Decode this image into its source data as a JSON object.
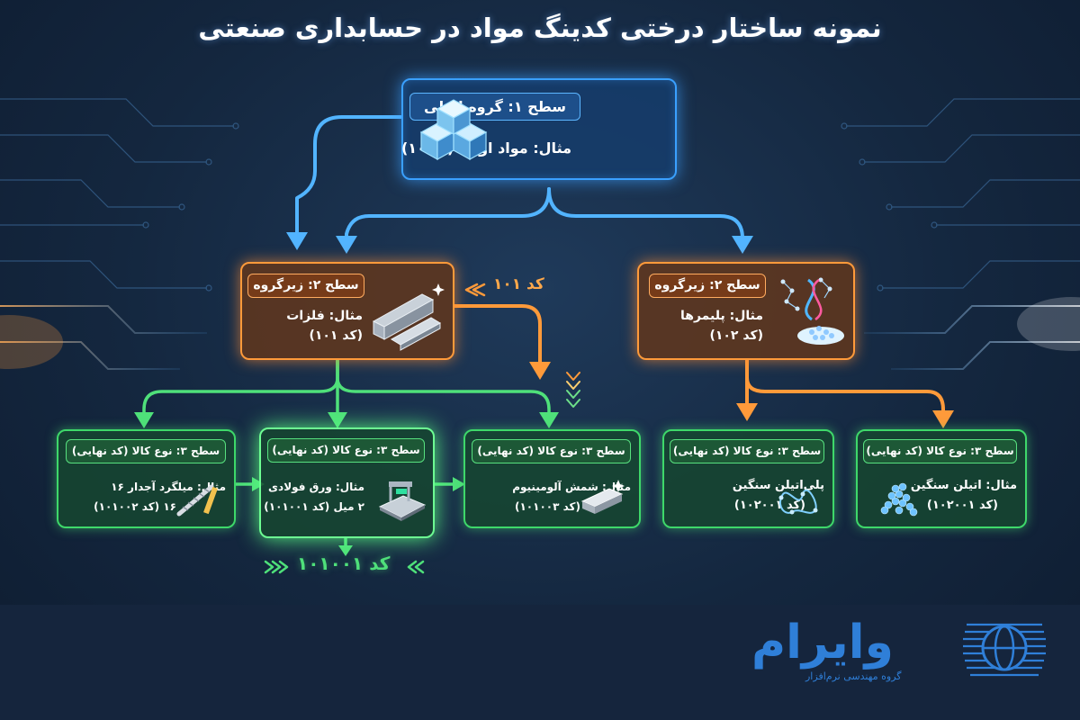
{
  "title": "نمونه ساختار درختی کدینگ مواد در حسابداری صنعتی",
  "level1": {
    "label": "سطح ۱: گروه اصلی",
    "example": "مثال: مواد اولیه (کد ۱۰)",
    "icon": "cubes-icon"
  },
  "level2_metals": {
    "label": "سطح ۲: زیرگروه",
    "example_line1": "مثال: فلزات",
    "example_line2": "(کد ۱۰۱)",
    "icon": "steel-beams-icon"
  },
  "level2_polymers": {
    "label": "سطح ۲: زیرگروه",
    "example_line1": "مثال: پلیمرها",
    "example_line2": "(کد ۱۰۲)",
    "icon": "polymer-molecule-icon"
  },
  "code_tag_101": "کد ۱۰۱",
  "code_tag_10100": "کد ۱۰۱۰۰۱",
  "level3": [
    {
      "label": "سطح ۳: نوع کالا (کد نهایی)",
      "example_line1": "مثال: میلگرد آجدار ۱۶",
      "example_line2": "۱۶ (کد ۱۰۱۰۰۲)",
      "icon": "rebar-icon"
    },
    {
      "label": "سطح ۳: نوع کالا (کد نهایی)",
      "example_line1": "مثال: ورق فولادی",
      "example_line2": "۲ میل (کد ۱۰۱۰۰۱)",
      "icon": "steel-sheet-icon"
    },
    {
      "label": "سطح ۳: نوع کالا (کد نهایی)",
      "example_line1": "مثال: شمش آلومینیوم",
      "example_line2": "(کد ۱۰۱۰۰۳)",
      "icon": "aluminum-ingot-icon"
    },
    {
      "label": "سطح ۳: نوع کالا (کد نهایی)",
      "example_line1": "پلی‌اتیلن سنگین",
      "example_line2": "(کد ۱۰۲۰۰۱)",
      "icon": "polyethylene-icon"
    },
    {
      "label": "سطح ۳: نوع کالا (کد نهایی)",
      "example_line1": "مثال: اتیلن سنگین",
      "example_line2": "(کد ۱۰۲۰۰۱)",
      "icon": "pellets-icon"
    }
  ],
  "brand": {
    "name": "وایرام",
    "subtitle": "گروه مهندسی نرم‌افزار",
    "icon": "globe-logo-icon"
  },
  "colors": {
    "level1": "#3aa0ff",
    "level2": "#ff9a3a",
    "level3": "#3ed86a"
  }
}
